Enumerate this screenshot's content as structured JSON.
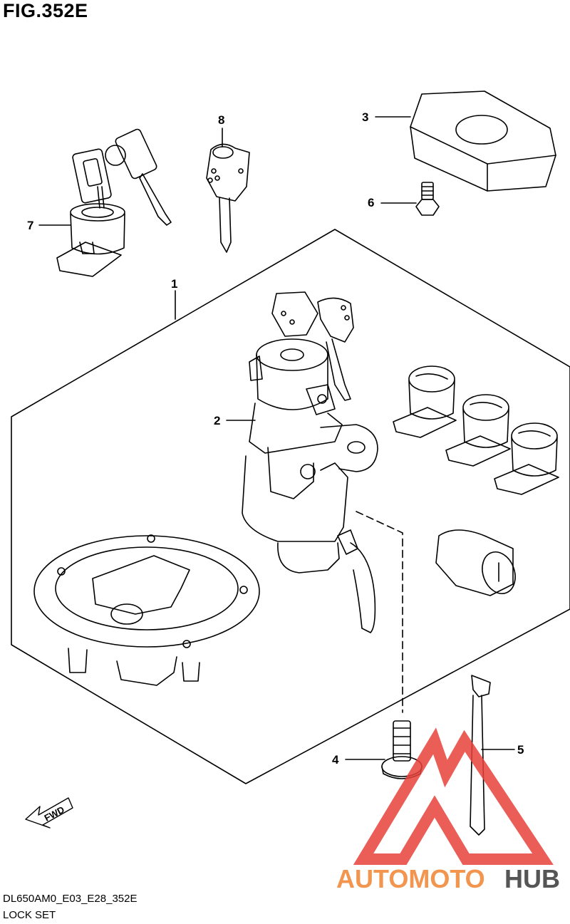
{
  "header": {
    "figure_title": "FIG.352E"
  },
  "footer": {
    "code": "DL650AM0_E03_E28_352E",
    "title": "LOCK SET"
  },
  "callouts": [
    "1",
    "2",
    "3",
    "4",
    "5",
    "6",
    "7",
    "8"
  ],
  "direction_label": "FWD",
  "watermark": {
    "part1": "AUTOMOTO",
    "part2": "HUB",
    "colors": {
      "primary": "#f08a3c",
      "secondary": "#555555",
      "logo": "#e8413a"
    }
  },
  "line_color": "#000000"
}
